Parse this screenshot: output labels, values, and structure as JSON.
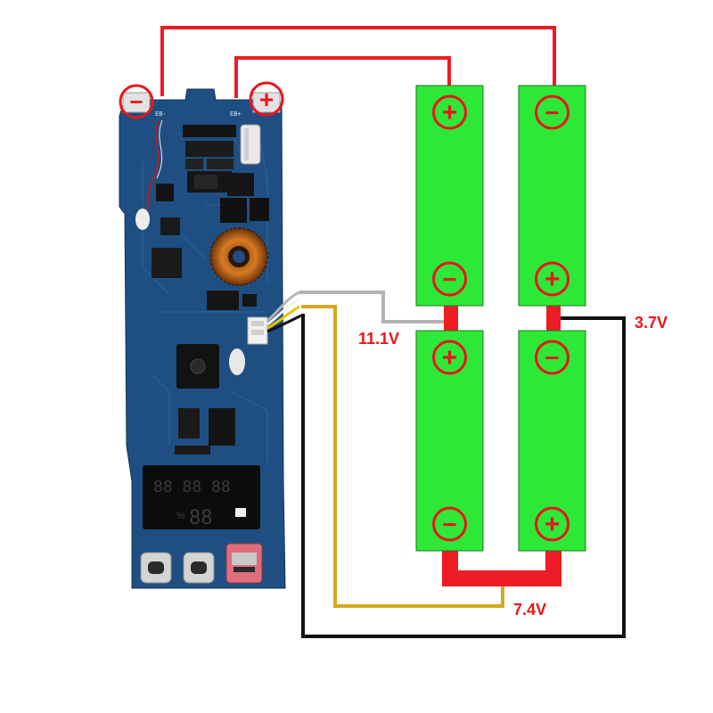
{
  "board": {
    "pad_labels": {
      "neg": "EB-",
      "pos": "EB+"
    },
    "display": {
      "top_digits": "88 88 88",
      "percent_digits": "88",
      "percent_symbol": "%"
    },
    "ports": [
      "usb-c-port-1",
      "usb-c-port-2",
      "usb-a-port"
    ]
  },
  "symbols": {
    "plus": "+",
    "minus": "−"
  },
  "voltages": {
    "v_11_1": "11.1V",
    "v_3_7": "3.7V",
    "v_7_4": "7.4V"
  },
  "cells": [
    {
      "id": "cell-top-left",
      "top_terminal": "+",
      "bottom_terminal": "−"
    },
    {
      "id": "cell-top-right",
      "top_terminal": "−",
      "bottom_terminal": "+"
    },
    {
      "id": "cell-bottom-left",
      "top_terminal": "+",
      "bottom_terminal": "−"
    },
    {
      "id": "cell-bottom-right",
      "top_terminal": "−",
      "bottom_terminal": "+"
    }
  ],
  "colors": {
    "cell_fill": "#2ee838",
    "cell_border": "#1a7a1e",
    "terminal_red": "#e8161b",
    "wire_red": "#ee1c24",
    "wire_gray": "#b4b4b4",
    "wire_gold": "#d4a820",
    "wire_black": "#111111",
    "pcb_blue": "#1f4f82"
  }
}
